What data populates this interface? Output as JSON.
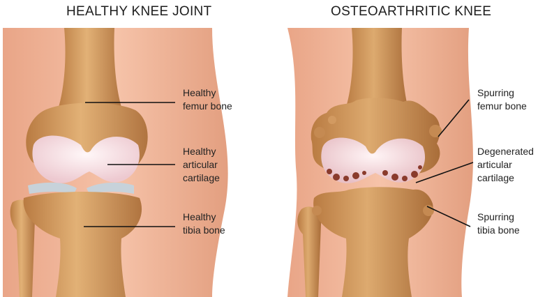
{
  "titles": {
    "left": "HEALTHY KNEE JOINT",
    "right": "OSTEOARTHRITIC KNEE"
  },
  "labels": {
    "healthy_femur": "Healthy\nfemur bone",
    "healthy_cartilage": "Healthy\narticular\ncartilage",
    "healthy_tibia": "Healthy\ntibia bone",
    "spurring_femur": "Spurring\nfemur bone",
    "degenerated_cartilage": "Degenerated\narticular\ncartilage",
    "spurring_tibia": "Spurring\ntibia bone"
  },
  "colors": {
    "skin": "#efb196",
    "skin_shade": "#e29b7c",
    "bone": "#c98a4f",
    "bone_light": "#e0ad72",
    "bone_dark": "#a8703a",
    "cartilage": "#f7e0e4",
    "meniscus": "#c9d4dc",
    "lesion": "#8a3b2c",
    "line": "#111111"
  }
}
